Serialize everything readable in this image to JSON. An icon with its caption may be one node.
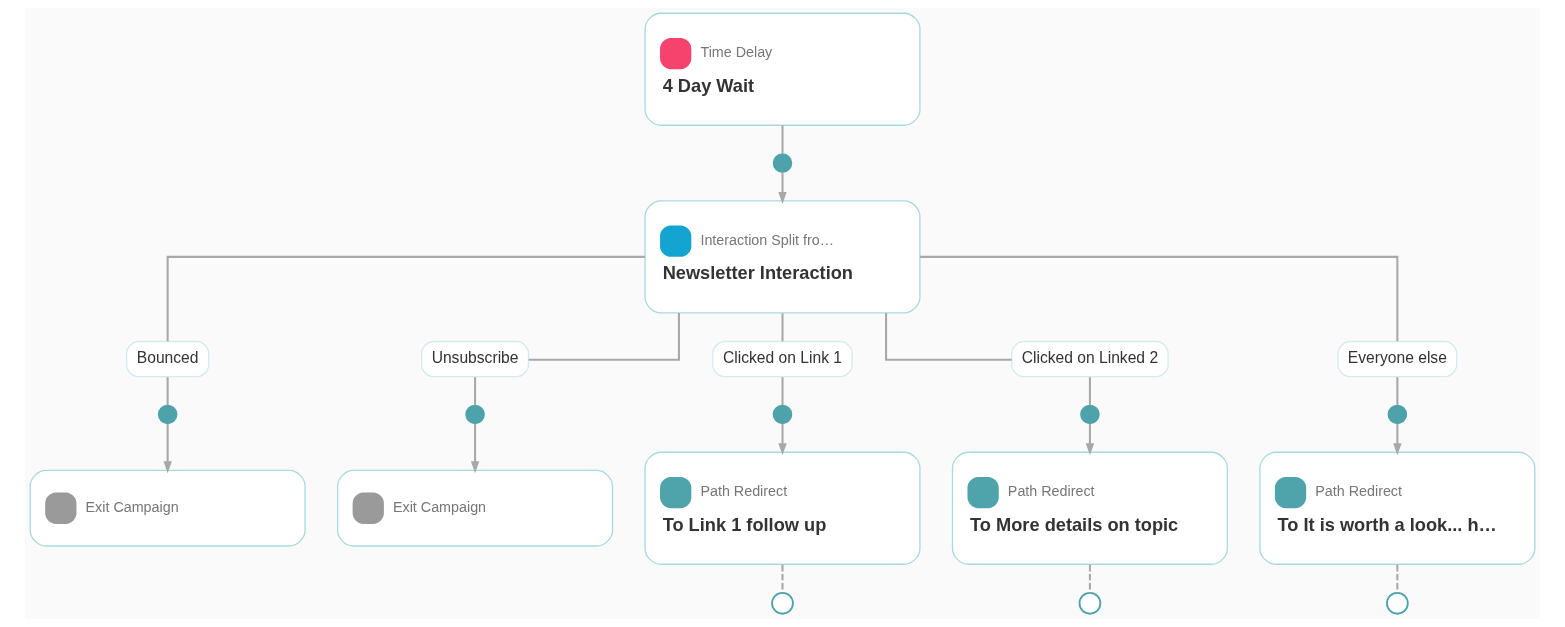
{
  "diagram": {
    "nodes": [
      {
        "text": [
          "Time Delay",
          "4 Day Wait"
        ]
      },
      {
        "text": [],
        "shape": "circle"
      },
      {
        "text": [
          "Interaction Split fro…",
          "Newsletter Interaction"
        ]
      },
      {
        "text": [
          "Bounced"
        ]
      },
      {
        "text": [
          "Unsubscribe"
        ]
      },
      {
        "text": [
          "Clicked on Link 1"
        ]
      },
      {
        "text": [
          "Clicked on Linked 2"
        ]
      },
      {
        "text": [
          "Everyone else"
        ]
      },
      {
        "text": [],
        "shape": "circle"
      },
      {
        "text": [],
        "shape": "circle"
      },
      {
        "text": [],
        "shape": "circle"
      },
      {
        "text": [],
        "shape": "circle"
      },
      {
        "text": [],
        "shape": "circle"
      },
      {
        "text": [
          "Exit Campaign"
        ]
      },
      {
        "text": [
          "Exit Campaign"
        ]
      },
      {
        "text": [
          "Path Redirect",
          "To Link 1 follow up"
        ]
      },
      {
        "text": [
          "Path Redirect",
          "To More details on topic"
        ]
      },
      {
        "text": [
          "Path Redirect",
          "To It is worth a look... h…"
        ]
      },
      {
        "text": [],
        "shape": "circle"
      },
      {
        "text": [],
        "shape": "circle"
      },
      {
        "text": [],
        "shape": "circle"
      }
    ],
    "edges": [
      {
        "from": 0,
        "to": 1,
        "arrow": "none"
      },
      {
        "from": 1,
        "to": 2,
        "arrow": "to"
      },
      {
        "from": 2,
        "to": 3,
        "arrow": "none"
      },
      {
        "from": 2,
        "to": 4,
        "arrow": "none"
      },
      {
        "from": 2,
        "to": 5,
        "arrow": "none"
      },
      {
        "from": 2,
        "to": 6,
        "arrow": "none"
      },
      {
        "from": 2,
        "to": 7,
        "arrow": "none"
      },
      {
        "from": 3,
        "to": 8,
        "arrow": "none"
      },
      {
        "from": 4,
        "to": 9,
        "arrow": "none"
      },
      {
        "from": 5,
        "to": 10,
        "arrow": "none"
      },
      {
        "from": 6,
        "to": 11,
        "arrow": "none"
      },
      {
        "from": 7,
        "to": 12,
        "arrow": "none"
      },
      {
        "from": 8,
        "to": 13,
        "arrow": "to"
      },
      {
        "from": 9,
        "to": 14,
        "arrow": "to"
      },
      {
        "from": 10,
        "to": 15,
        "arrow": "to"
      },
      {
        "from": 11,
        "to": 16,
        "arrow": "to"
      },
      {
        "from": 12,
        "to": 17,
        "arrow": "to"
      },
      {
        "from": 15,
        "to": 18,
        "arrow": "none",
        "style": "dashed"
      },
      {
        "from": 16,
        "to": 19,
        "arrow": "none",
        "style": "dashed"
      },
      {
        "from": 17,
        "to": 20,
        "arrow": "none",
        "style": "dashed"
      }
    ]
  }
}
